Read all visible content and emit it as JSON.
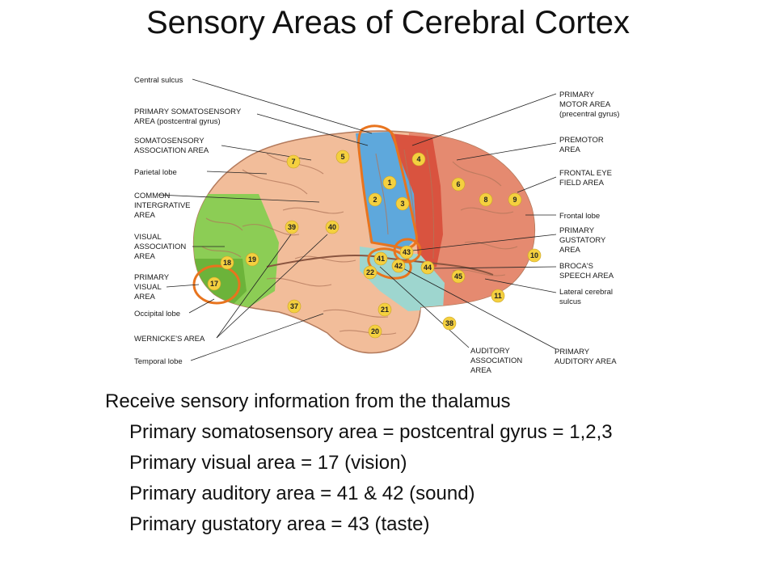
{
  "title": "Sensory Areas of Cerebral Cortex",
  "labels_left": [
    {
      "lines": [
        "Central sulcus"
      ]
    },
    {
      "lines": [
        "PRIMARY SOMATOSENSORY",
        "AREA (postcentral gyrus)"
      ]
    },
    {
      "lines": [
        "SOMATOSENSORY",
        "ASSOCIATION AREA"
      ]
    },
    {
      "lines": [
        "Parietal lobe"
      ]
    },
    {
      "lines": [
        "COMMON",
        "INTERGRATIVE",
        "AREA"
      ]
    },
    {
      "lines": [
        "VISUAL",
        "ASSOCIATION",
        "AREA"
      ]
    },
    {
      "lines": [
        "PRIMARY",
        "VISUAL",
        "AREA"
      ]
    },
    {
      "lines": [
        "Occipital lobe"
      ]
    },
    {
      "lines": [
        "WERNICKE'S AREA"
      ]
    },
    {
      "lines": [
        "Temporal lobe"
      ]
    }
  ],
  "labels_right": [
    {
      "lines": [
        "PRIMARY",
        "MOTOR AREA",
        "(precentral gyrus)"
      ]
    },
    {
      "lines": [
        "PREMOTOR",
        "AREA"
      ]
    },
    {
      "lines": [
        "FRONTAL EYE",
        "FIELD AREA"
      ]
    },
    {
      "lines": [
        "Frontal lobe"
      ]
    },
    {
      "lines": [
        "PRIMARY",
        "GUSTATORY",
        "AREA"
      ]
    },
    {
      "lines": [
        "BROCA'S",
        "SPEECH AREA"
      ]
    },
    {
      "lines": [
        "Lateral cerebral",
        "sulcus"
      ]
    },
    {
      "lines": [
        "PRIMARY",
        "AUDITORY AREA"
      ]
    }
  ],
  "labels_bottom": [
    {
      "lines": [
        "AUDITORY",
        "ASSOCIATION",
        "AREA"
      ]
    }
  ],
  "area_numbers": [
    "1",
    "2",
    "3",
    "4",
    "5",
    "6",
    "7",
    "8",
    "9",
    "10",
    "11",
    "17",
    "18",
    "19",
    "20",
    "21",
    "22",
    "37",
    "38",
    "39",
    "40",
    "41",
    "42",
    "43",
    "44",
    "45"
  ],
  "bullets": {
    "main": "Receive sensory information from the thalamus",
    "items": [
      "Primary somatosensory area = postcentral gyrus = 1,2,3",
      "Primary visual area = 17 (vision)",
      "Primary auditory area = 41 & 42 (sound)",
      "Primary gustatory area = 43 (taste)"
    ]
  },
  "colors": {
    "parietal_temporal": "#f2bd9a",
    "frontal": "#e58a70",
    "motor": "#d9533f",
    "somatosensory": "#5ea8dc",
    "visual": "#8ccd55",
    "auditory": "#9ed6cf",
    "highlight_ring": "#e8741e",
    "badge": "#f4d03f"
  }
}
